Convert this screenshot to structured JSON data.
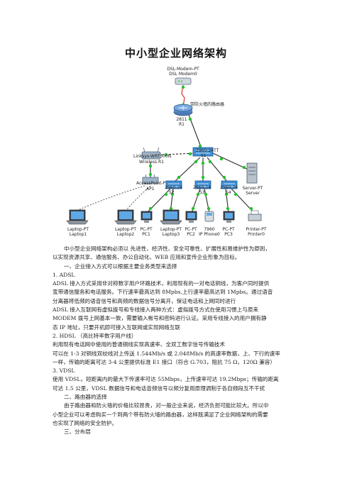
{
  "title": "中小型企业网络架构",
  "diagram": {
    "devices": {
      "modem": [
        "DSL-Modem-PT",
        "DSL Modem0"
      ],
      "router_note": "带防火墙的路由器",
      "router": [
        "2811",
        "R1"
      ],
      "core_switch": [
        "2960-24TT",
        "S1"
      ],
      "wireless_router": [
        "Linksys-WRT300N",
        "Wireless R1"
      ],
      "access_point": [
        "AccessPoint-PT",
        "AP1"
      ],
      "switch2": [
        "2960-24",
        "S2"
      ],
      "switch3": [
        "2960-24",
        "S3"
      ],
      "switch4": [
        "2960-24",
        "S4"
      ],
      "server": [
        "Server-PT",
        "Server"
      ],
      "laptop1": [
        "Laptop-PT",
        "Laptop1"
      ],
      "laptop2": [
        "Laptop-PT",
        "Laptop2"
      ],
      "pc1": [
        "PC-PT",
        "PC1"
      ],
      "laptop3": [
        "Laptop-PT",
        "Laptop3"
      ],
      "pc2": [
        "PC-PT",
        "PC2"
      ],
      "ipphone": [
        "7960",
        "IP Phone0"
      ],
      "pc3": [
        "PC-PT",
        "PC3"
      ],
      "printer": [
        "Printer-PT",
        "Printer0"
      ]
    },
    "colors": {
      "copper": "#2a2a2a",
      "serial": "#d81e1e",
      "up": "#22c32a",
      "router": "#4a7ab8",
      "switch": "#3f8fd6"
    }
  },
  "paragraphs": [
    "中小型企业网络架构必须以  先进性、经济性、安全可靠性、扩展性和易维护性为原则，",
    "以实现资源共享、通信服务、办公自动化、WEB 应用和宣传企业形象为目标。",
    "一、企业接入方式可以根据主要业务类型来选择",
    "1.    ADSL",
    "ADSL 接入方式采用非对称数字用户环路技术，利用现有的一对电话铜线，为客户同时提供",
    "宽带通信服务和电话服务。下行速率最高达到  8Mpbs,上行速率最高达到  1Mpbs。通过语音",
    "分离器将低频的语音信号和高频的数据信号分离开，保证电话和上网同时进行",
    "ADSL 接入互联网有虚拟拨号和专线接入两种方式：虚拟拨号方式在使用习惯上与原来",
    "MODEM 拨号上网基本一致，需要输入帐号和密码进行认证。采用专线接入的用户拥有静",
    "态 IP 地址，只要开机即可接入互联网或实现网络互联",
    "2.    HDSL  （高比特率数字用户线）",
    "利用现有电话网中使用的普通铜线实现高速率、全双工数字信号传输技术",
    "可以在 1-3 对铜线双绞线对上传送 1.544Mb/s 或 2.048Mb/s 的高速率数据，上、下行的速率",
    "一样，传输的距离可达 3-4 公里提供标准 E1 接口（符合 G.703，阻抗 75 Ω，120Ω 兼容）",
    "3.    VDSL",
    "使用 VDSL，短距离内的最大下传速率可达 55Mbps，上传速率可达 19.2Mbps；传输的距离",
    "可达 1.5 公里，VDSL 数据信号和电话音频信号以频分复用原理调制于各自频段互不干扰",
    "二、路由器的选择",
    "由于路由器和防火墙的价格比较昂贵，对一般企业来说，经济负担可能比较大。所以中",
    "小型企业可以考虑购买一个到两个带有防火墙的路由器，这样既满足了企业网络架构的需要",
    "也实现了网络的安全防护。",
    "三、分布层"
  ]
}
